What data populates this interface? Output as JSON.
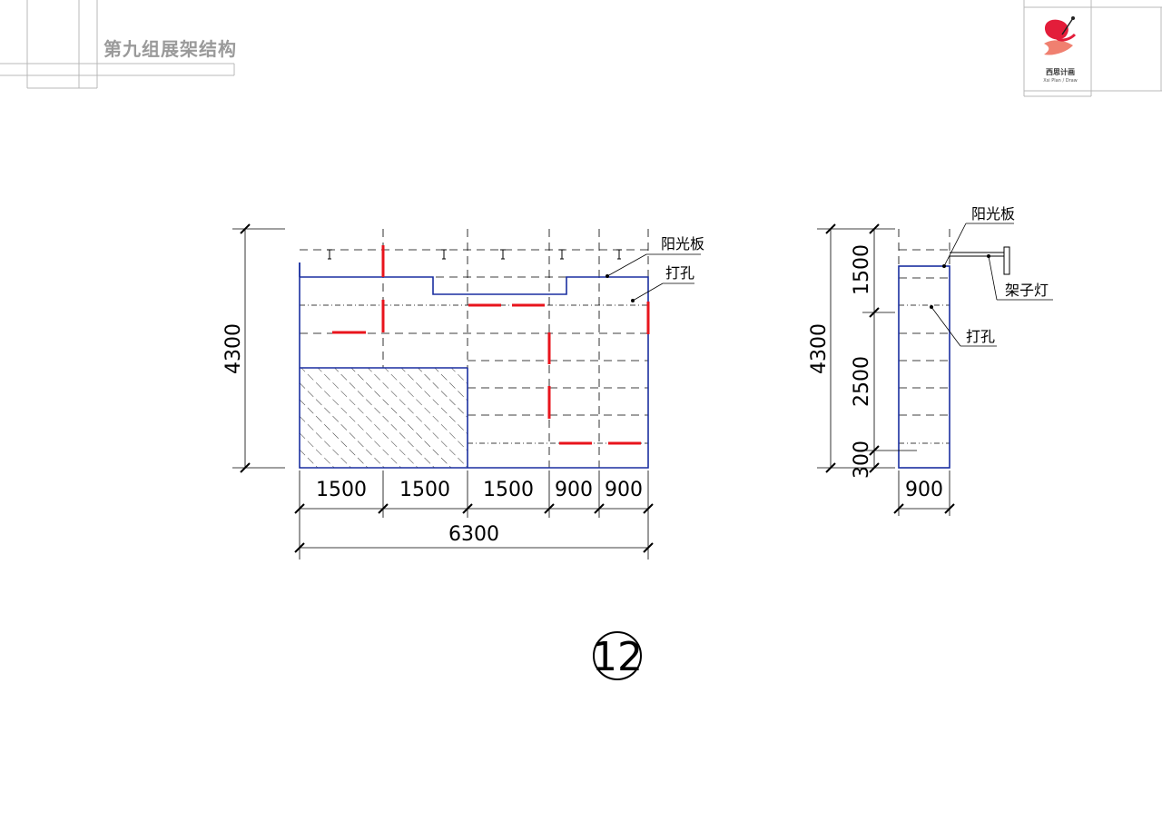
{
  "header": {
    "title": "第九组展架结构"
  },
  "logo": {
    "name": "西思计画",
    "subtitle": "Xsi Plan / Draw"
  },
  "main_elevation": {
    "labels": {
      "sunboard": "阳光板",
      "drill_hole": "打孔"
    },
    "dims": {
      "height": "4300",
      "segments": [
        "1500",
        "1500",
        "1500",
        "900",
        "900"
      ],
      "total_width": "6300"
    }
  },
  "side_elevation": {
    "labels": {
      "sunboard": "阳光板",
      "rack_light": "架子灯",
      "drill_hole": "打孔"
    },
    "dims": {
      "height": "4300",
      "segments": [
        "1500",
        "2500",
        "300"
      ],
      "width": "900"
    }
  },
  "drawing_number": "12",
  "colors": {
    "outline": "#1a2fa0",
    "marker": "#e8141c",
    "line": "#000000",
    "frame": "#b8b8b8",
    "title": "#9a9a9a"
  }
}
